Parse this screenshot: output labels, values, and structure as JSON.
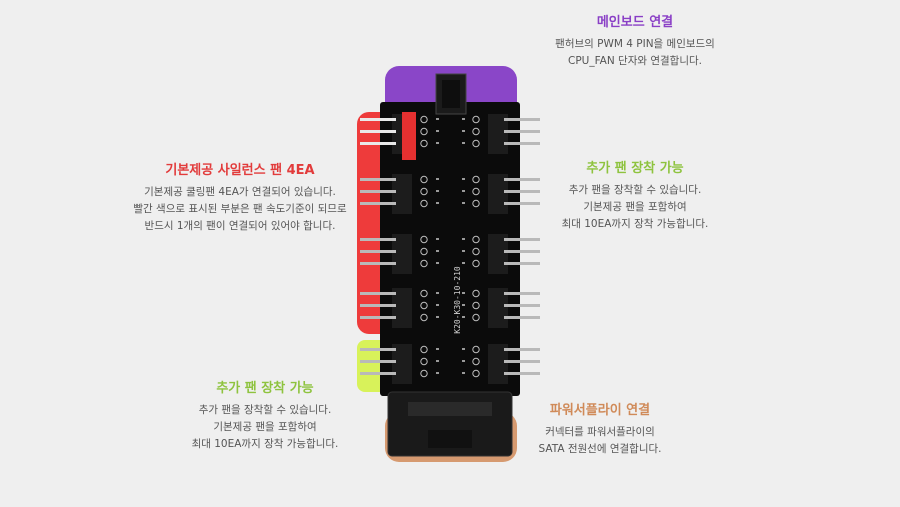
{
  "callouts": {
    "motherboard": {
      "title": "메인보드 연결",
      "body": "팬허브의 PWM 4 PIN을 메인보드의\nCPU_FAN 단자와 연결합니다."
    },
    "system_fans": {
      "title": "기본제공 사일런스 팬 4EA",
      "body": "기본제공 쿨링팬 4EA가 연결되어 있습니다.\n빨간 색으로 표시된 부분은 팬 속도기준이 되므로\n반드시 1개의 팬이 연결되어 있어야 합니다."
    },
    "add_fan_right": {
      "title": "추가 팬 장착 가능",
      "body": "추가 팬을 장착할 수 있습니다.\n기본제공 팬을 포함하여\n최대 10EA까지 장착 가능합니다."
    },
    "add_fan_left": {
      "title": "추가 팬 장착 가능",
      "body": "추가 팬을 장착할 수 있습니다.\n기본제공 팬을 포함하여\n최대 10EA까지 장착 가능합니다."
    },
    "power": {
      "title": "파워서플라이 연결",
      "body": "커넥터를 파워서플라이의\nSATA 전원선에 연결합니다."
    }
  },
  "board": {
    "model_text": "K20-K30-10-210",
    "colors": {
      "motherboard": "#8a46c8",
      "system_fans": "#ee3b3b",
      "add_fan": "#d8f25a",
      "power": "#d69a70",
      "pcb": "#0b0b0b",
      "pins": "#b9b9b9"
    }
  }
}
